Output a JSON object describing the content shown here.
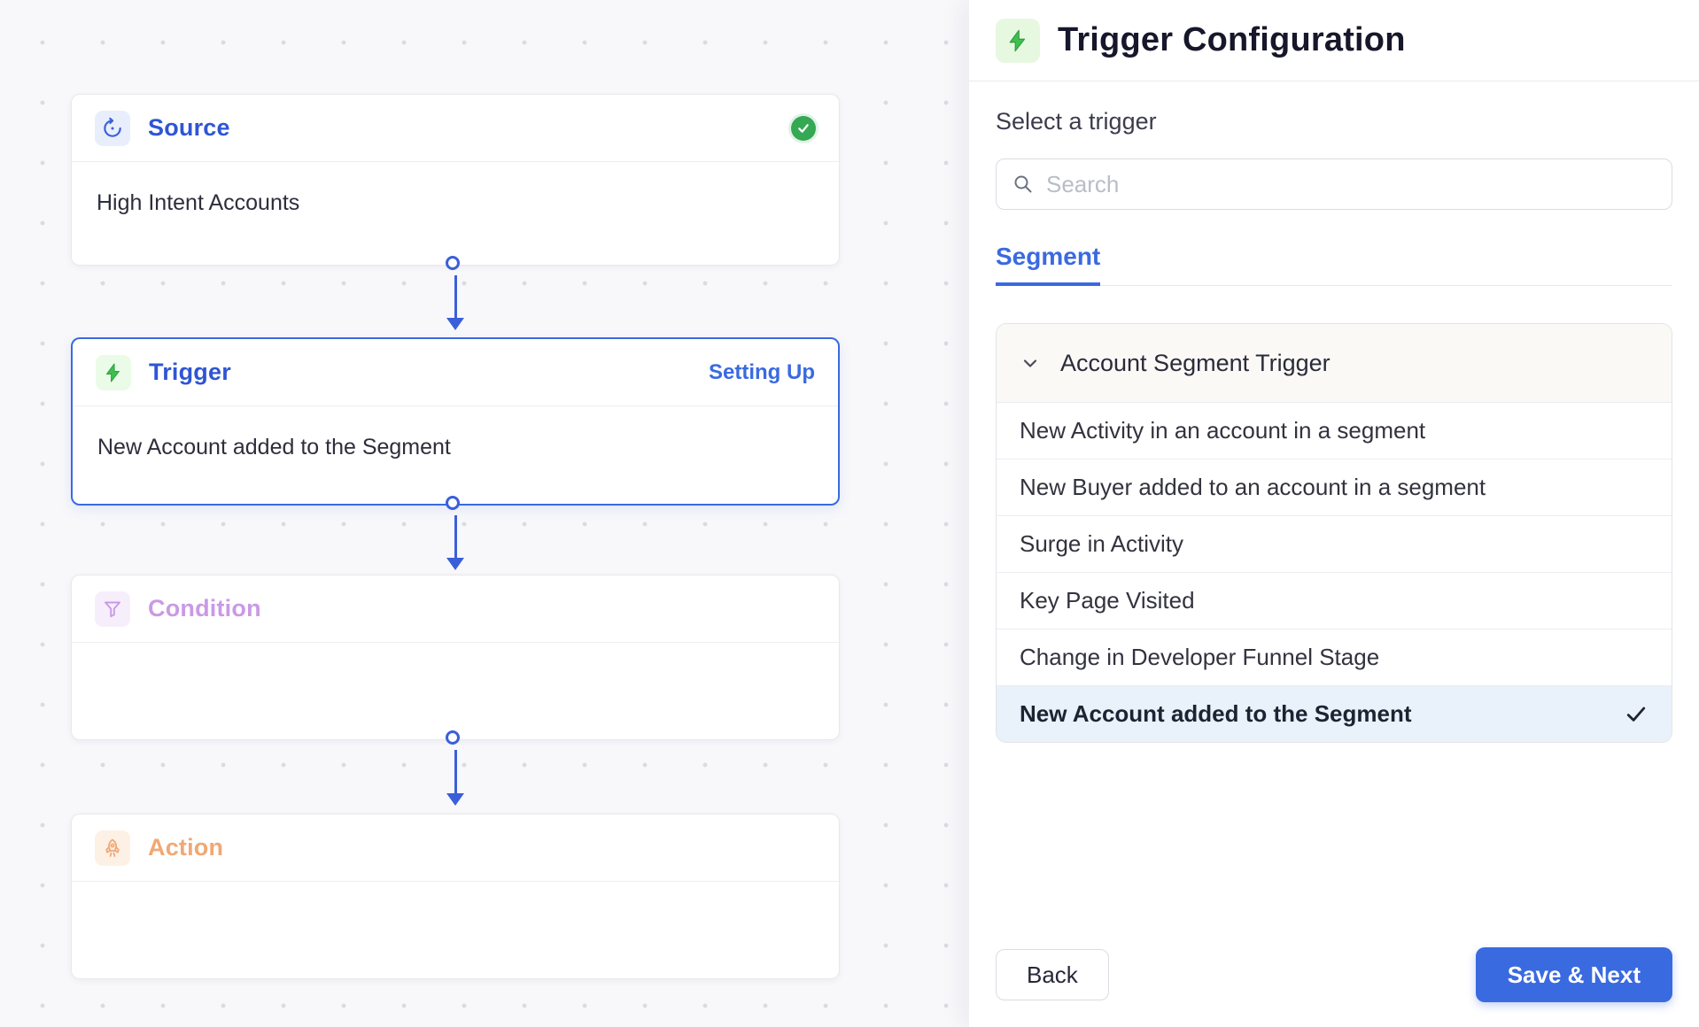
{
  "canvas": {
    "nodes": {
      "source": {
        "title": "Source",
        "body": "High Intent Accounts",
        "status": "complete"
      },
      "trigger": {
        "title": "Trigger",
        "status_label": "Setting Up",
        "body": "New Account added to the Segment"
      },
      "condition": {
        "title": "Condition",
        "body": ""
      },
      "action": {
        "title": "Action",
        "body": ""
      }
    }
  },
  "panel": {
    "title": "Trigger Configuration",
    "subtitle": "Select a trigger",
    "search": {
      "placeholder": "Search"
    },
    "tabs": [
      {
        "label": "Segment",
        "active": true
      }
    ],
    "group": {
      "title": "Account Segment Trigger"
    },
    "options": [
      {
        "label": "New Activity in an account in a segment",
        "selected": false
      },
      {
        "label": "New Buyer added to an account in a segment",
        "selected": false
      },
      {
        "label": "Surge in Activity",
        "selected": false
      },
      {
        "label": "Key Page Visited",
        "selected": false
      },
      {
        "label": "Change in Developer Funnel Stage",
        "selected": false
      },
      {
        "label": "New Account added to the Segment",
        "selected": true
      }
    ],
    "footer": {
      "back_label": "Back",
      "save_label": "Save & Next"
    }
  },
  "icons": {
    "panel_header": "lightning-icon",
    "source": "import-circle-icon",
    "trigger": "lightning-icon",
    "condition": "funnel-icon",
    "action": "rocket-icon",
    "search": "search-icon",
    "group_toggle": "chevron-down-icon",
    "selected_option": "check-icon",
    "source_status": "success-check-icon"
  },
  "colors": {
    "accent_blue": "#3a6ae0",
    "node_title_blue": "#2f55d4",
    "success_green": "#34a853",
    "trigger_green": "#3fbf4e",
    "condition_purple": "#c99ae6",
    "action_orange": "#f0a875",
    "selected_row_bg": "#e9f1fb",
    "canvas_bg": "#f8f8fb"
  }
}
